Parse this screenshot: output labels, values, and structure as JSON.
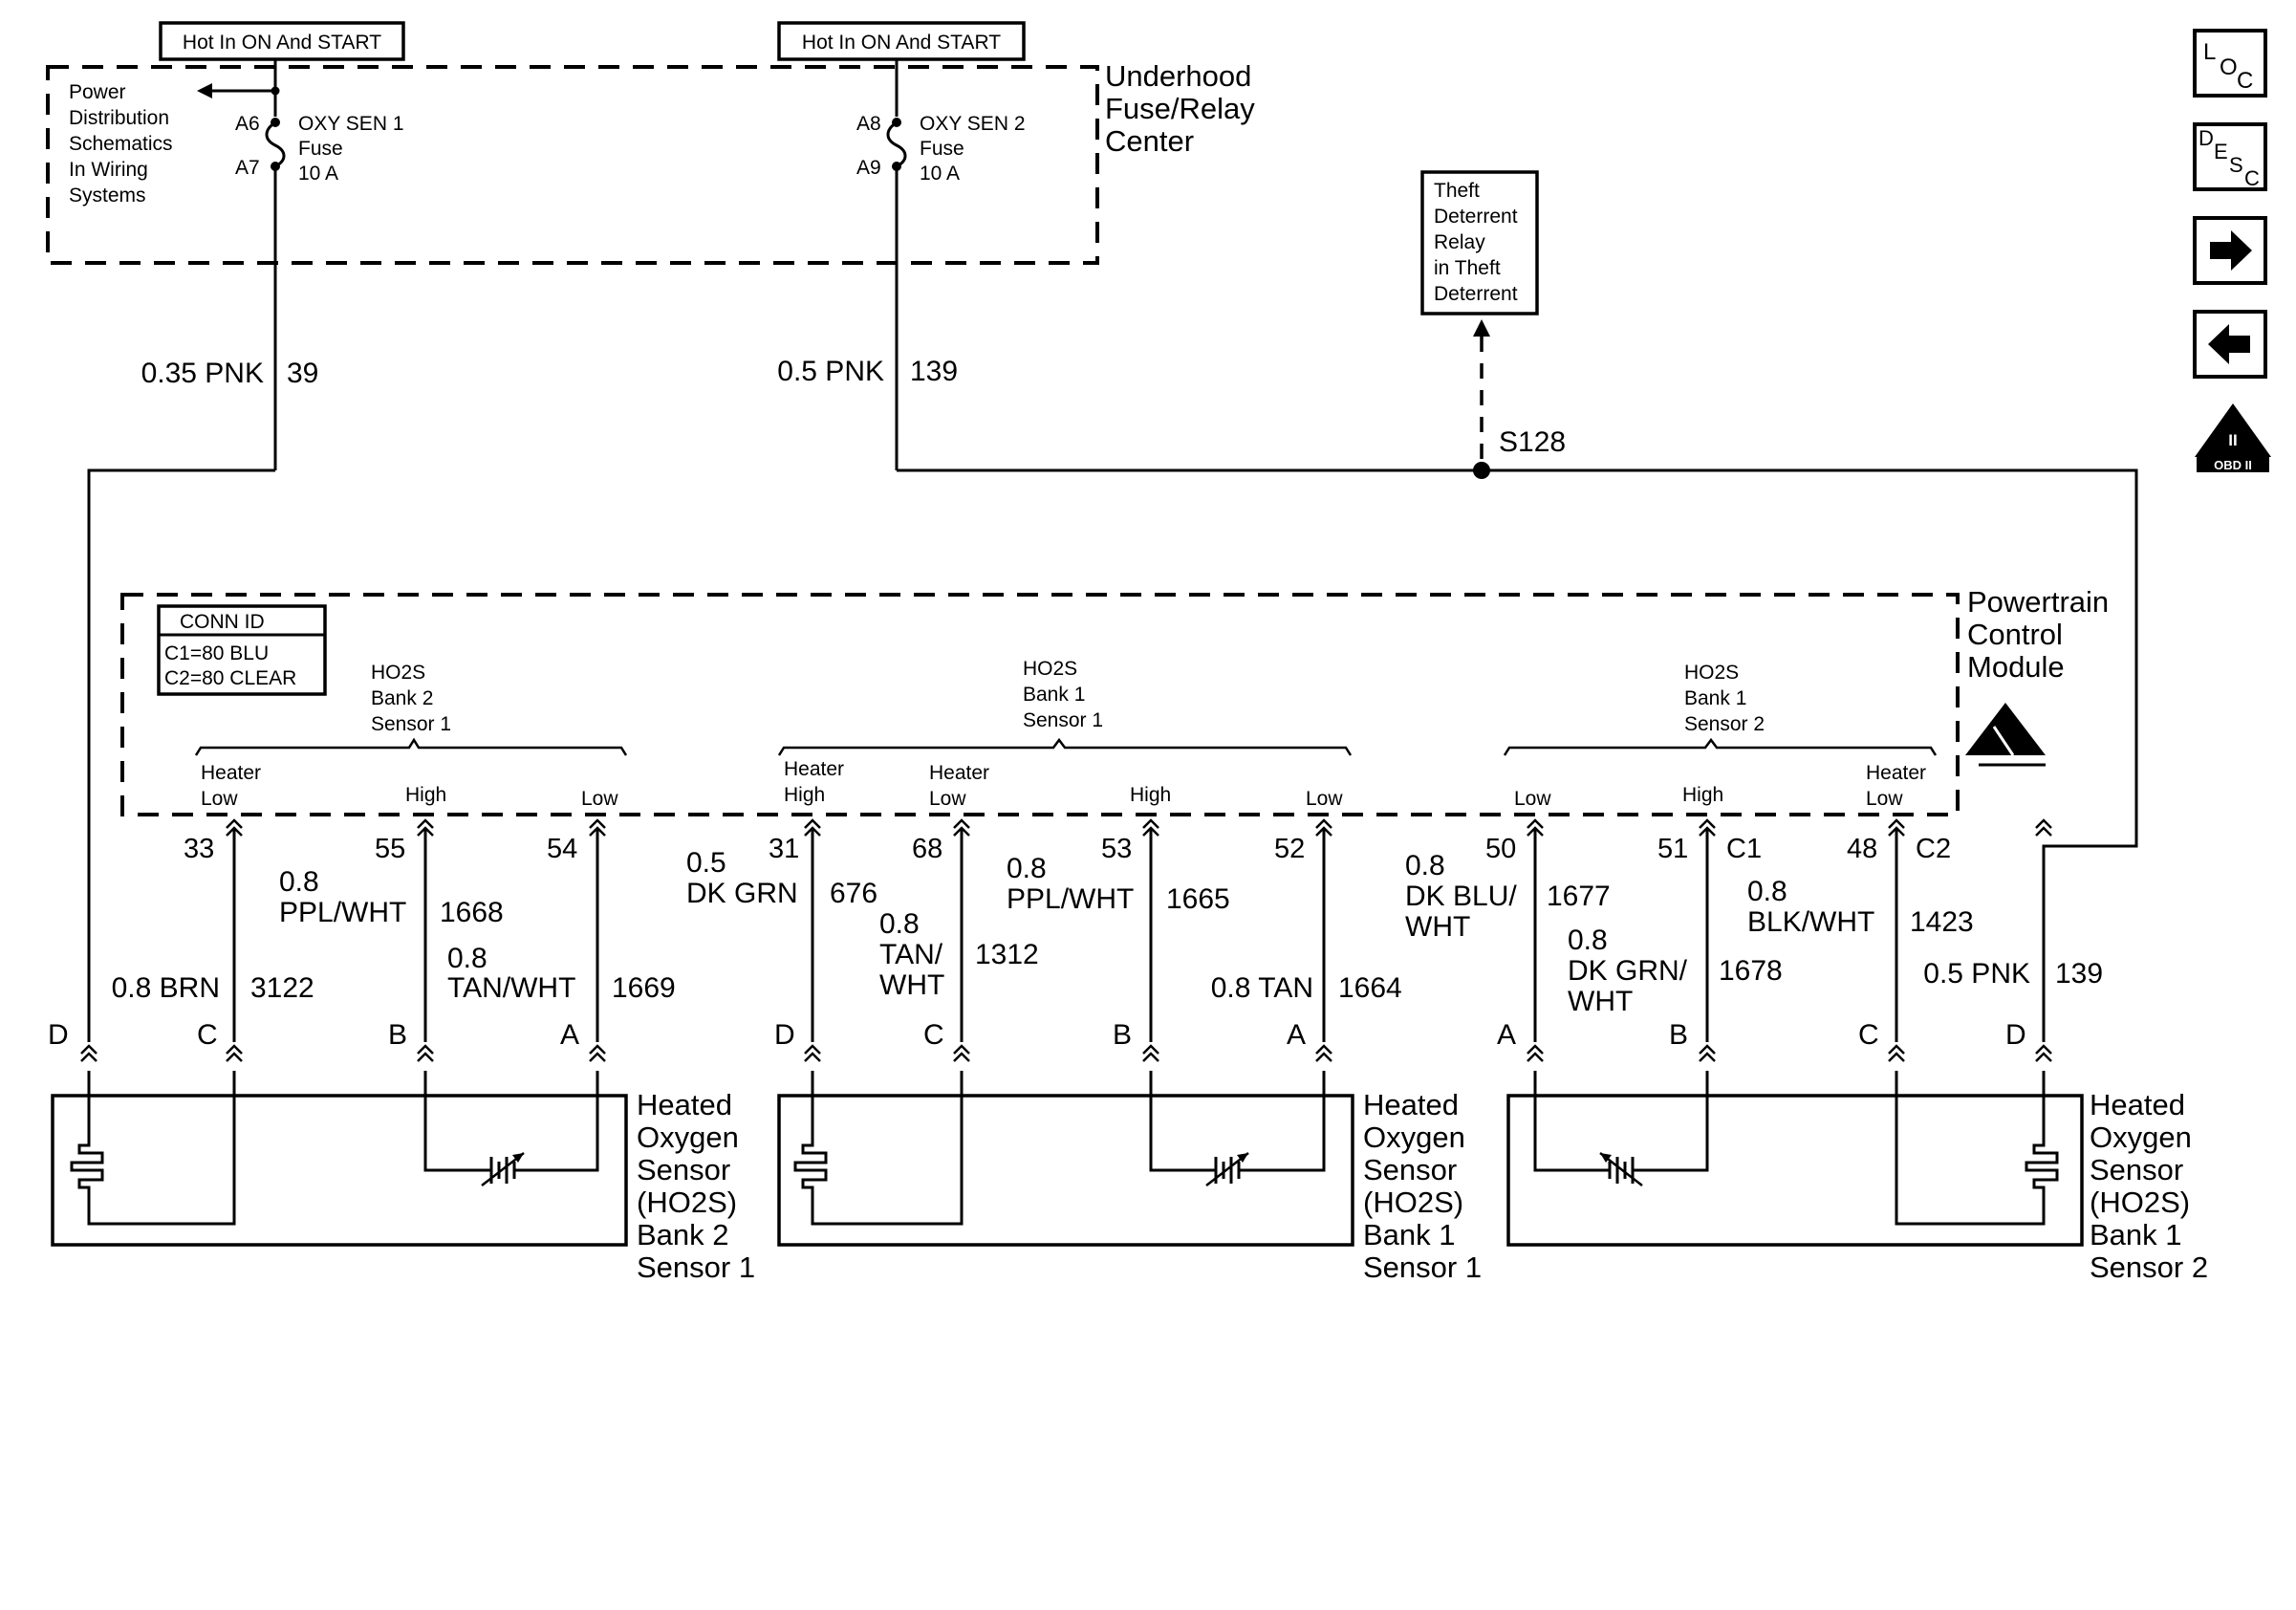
{
  "fuse_center": {
    "hot_label_1": "Hot In ON And START",
    "hot_label_2": "Hot In ON And START",
    "title": [
      "Underhood",
      "Fuse/Relay",
      "Center"
    ],
    "power_ref": [
      "Power",
      "Distribution",
      "Schematics",
      "In Wiring",
      "Systems"
    ],
    "fuse1": {
      "pin_in": "A6",
      "pin_out": "A7",
      "name": "OXY SEN 1",
      "kind": "Fuse",
      "rating": "10 A"
    },
    "fuse2": {
      "pin_in": "A8",
      "pin_out": "A9",
      "name": "OXY SEN 2",
      "kind": "Fuse",
      "rating": "10 A"
    }
  },
  "feed_wires": {
    "w39": {
      "gauge_color": "0.35 PNK",
      "circuit": "39"
    },
    "w139": {
      "gauge_color": "0.5 PNK",
      "circuit": "139"
    },
    "splice": "S128"
  },
  "theft_relay": [
    "Theft",
    "Deterrent",
    "Relay",
    "in Theft",
    "Deterrent"
  ],
  "pcm": {
    "title": [
      "Powertrain",
      "Control",
      "Module"
    ],
    "conn_id": {
      "title": "CONN ID",
      "c1": "C1=80 BLU",
      "c2": "C2=80 CLEAR"
    },
    "group1": {
      "label": [
        "HO2S",
        "Bank 2",
        "Sensor 1"
      ],
      "heater": [
        "Heater",
        "Low"
      ],
      "high": "High",
      "low": "Low"
    },
    "group2": {
      "label": [
        "HO2S",
        "Bank 1",
        "Sensor 1"
      ],
      "heater_high": [
        "Heater",
        "High"
      ],
      "heater_low": [
        "Heater",
        "Low"
      ],
      "high": "High",
      "low": "Low"
    },
    "group3": {
      "label": [
        "HO2S",
        "Bank 1",
        "Sensor 2"
      ],
      "low": "Low",
      "high": "High",
      "heater": [
        "Heater",
        "Low"
      ]
    },
    "pins": {
      "p33": "33",
      "p55": "55",
      "p54": "54",
      "p31": "31",
      "p68": "68",
      "p53": "53",
      "p52": "52",
      "p50": "50",
      "p51": "51",
      "c1": "C1",
      "p48": "48",
      "c2": "C2"
    }
  },
  "wires": {
    "s1_c": {
      "gauge_color": "0.8 BRN",
      "circuit": "3122"
    },
    "s1_b": {
      "gauge": "0.8",
      "color": "PPL/WHT",
      "circuit": "1668"
    },
    "s1_a": {
      "gauge": "0.8",
      "color": "TAN/WHT",
      "circuit": "1669"
    },
    "s2_d": {
      "gauge": "0.5",
      "color": "DK GRN",
      "circuit": "676"
    },
    "s2_c": {
      "gauge": "0.8",
      "color_1": "TAN/",
      "color_2": "WHT",
      "circuit": "1312"
    },
    "s2_b": {
      "gauge": "0.8",
      "color": "PPL/WHT",
      "circuit": "1665"
    },
    "s2_a": {
      "gauge_color": "0.8 TAN",
      "circuit": "1664"
    },
    "s3_a": {
      "gauge": "0.8",
      "color_1": "DK BLU/",
      "color_2": "WHT",
      "circuit": "1677"
    },
    "s3_b": {
      "gauge": "0.8",
      "color_1": "DK GRN/",
      "color_2": "WHT",
      "circuit": "1678"
    },
    "s3_c": {
      "gauge": "0.8",
      "color": "BLK/WHT",
      "circuit": "1423"
    },
    "s3_d": {
      "gauge_color": "0.5 PNK",
      "circuit": "139"
    }
  },
  "connector_letters": {
    "d": "D",
    "c": "C",
    "b": "B",
    "a": "A"
  },
  "sensors": [
    {
      "name": [
        "Heated",
        "Oxygen",
        "Sensor",
        "(HO2S)",
        "Bank 2",
        "Sensor 1"
      ]
    },
    {
      "name": [
        "Heated",
        "Oxygen",
        "Sensor",
        "(HO2S)",
        "Bank 1",
        "Sensor 1"
      ]
    },
    {
      "name": [
        "Heated",
        "Oxygen",
        "Sensor",
        "(HO2S)",
        "Bank 1",
        "Sensor 2"
      ]
    }
  ],
  "nav": {
    "loc": [
      "L",
      "O",
      "C"
    ],
    "desc": [
      "D",
      "E",
      "S",
      "C"
    ],
    "forward_icon": "arrow-right-icon",
    "back_icon": "arrow-left-icon",
    "obd": {
      "numeral": "II",
      "label": "OBD II"
    }
  }
}
